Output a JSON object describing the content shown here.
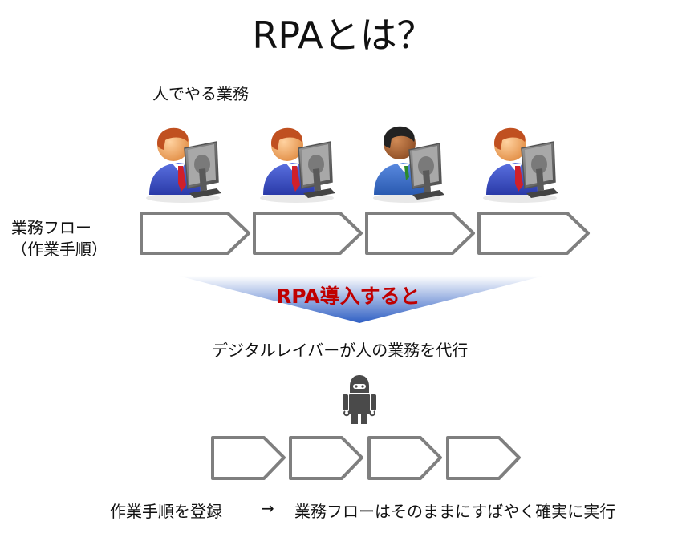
{
  "slide": {
    "title": "RPAとは？",
    "human_section": {
      "heading": "人でやる業務",
      "workers": [
        {
          "icon": "person-at-computer-icon",
          "skin": "#f0a060",
          "hair": "#c05020"
        },
        {
          "icon": "person-at-computer-icon",
          "skin": "#f0a060",
          "hair": "#c05020"
        },
        {
          "icon": "person-at-computer-icon",
          "skin": "#b06a3a",
          "hair": "#222222"
        },
        {
          "icon": "person-at-computer-icon",
          "skin": "#f0a060",
          "hair": "#c05020"
        }
      ],
      "flow_label_line1": "業務フロー",
      "flow_label_line2": "（作業手順）",
      "flow_steps": 4
    },
    "transition": {
      "label": "RPA導入すると",
      "label_color": "#c00000",
      "arrow_color_top": "#ffffff",
      "arrow_color_bottom": "#2f5fc4"
    },
    "robot_section": {
      "caption": "デジタルレイバーが人の業務を代行",
      "robot_icon": "robot-icon",
      "robot_color": "#4a4a4a",
      "flow_steps": 4
    },
    "footer": {
      "left": "作業手順を登録",
      "arrow": "→",
      "right": "業務フローはそのままにすばやく確実に実行"
    },
    "colors": {
      "step_border": "#7f7f7f",
      "suit": "#3b4fc0",
      "tie": "#d0202a",
      "monitor": "#6a6a6a"
    }
  }
}
